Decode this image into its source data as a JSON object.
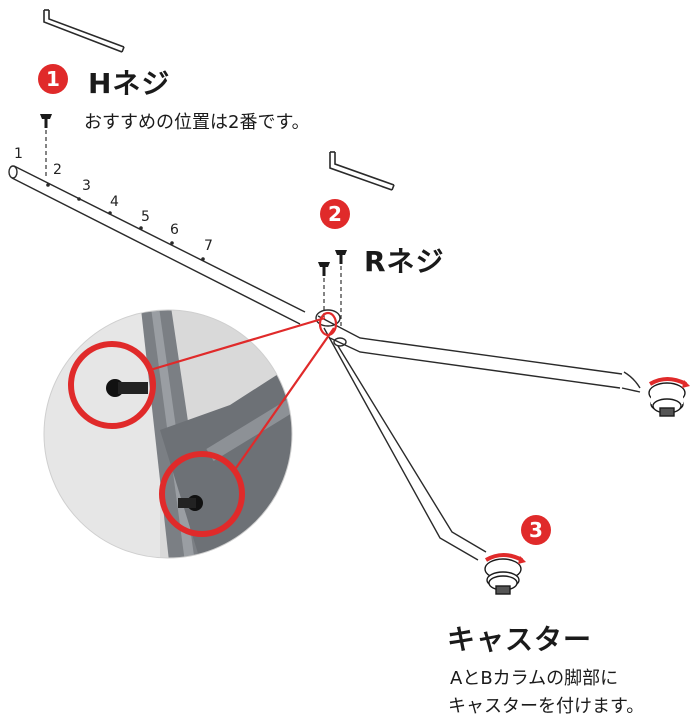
{
  "steps": [
    {
      "number": "1",
      "title": "Hネジ",
      "desc": "おすすめの位置は2番です。"
    },
    {
      "number": "2",
      "title": "Rネジ"
    },
    {
      "number": "3",
      "title": "キャスター",
      "desc_lines": [
        "AとBカラムの脚部に",
        "キャスターを付けます。"
      ]
    }
  ],
  "positions": [
    "1",
    "2",
    "3",
    "4",
    "5",
    "6",
    "7"
  ],
  "colors": {
    "accent": "#e02a2a",
    "frame": "#2a2a2a",
    "photo_bg": "#d9d9d9",
    "tube": "#7b7f84"
  },
  "icons": [
    "hex-key-icon",
    "screw-icon",
    "caster-wheel-icon"
  ]
}
